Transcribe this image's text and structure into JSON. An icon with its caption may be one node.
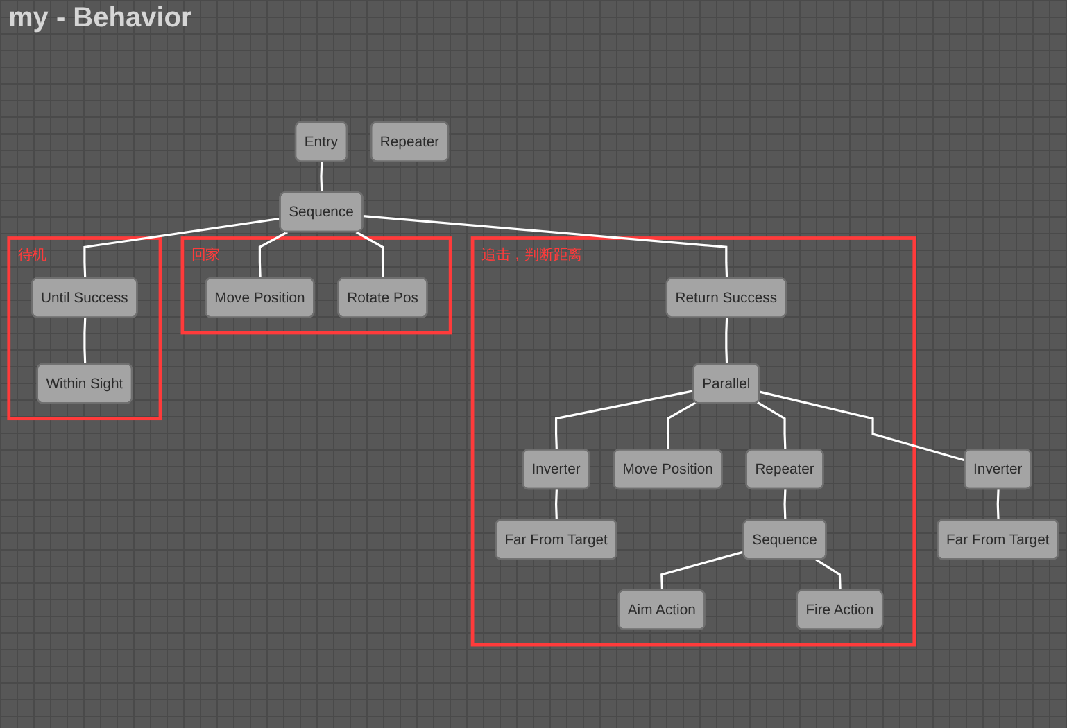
{
  "diagram": {
    "title": "my - Behavior",
    "nodes": [
      {
        "text": [
          "Entry"
        ]
      },
      {
        "text": [
          "Sequence"
        ]
      },
      {
        "text": [
          "Repeater"
        ]
      },
      {
        "text": [
          "待机"
        ]
      },
      {
        "text": [
          "Until Success"
        ],
        "in": 3
      },
      {
        "text": [
          "Within Sight"
        ],
        "in": 3
      },
      {
        "text": [
          "追击，判断距离"
        ]
      },
      {
        "text": [
          "Return Success"
        ],
        "in": 6
      },
      {
        "text": [
          "Parallel"
        ],
        "in": 6
      },
      {
        "text": [
          "Repeater"
        ],
        "in": 6
      },
      {
        "text": [
          "Move Position"
        ],
        "in": 6
      },
      {
        "text": [
          "Inverter"
        ],
        "in": 6
      },
      {
        "text": [
          "Far From Target"
        ],
        "in": 6
      },
      {
        "text": [
          "Sequence"
        ],
        "in": 6
      },
      {
        "text": [
          "Aim Action"
        ],
        "in": 6
      },
      {
        "text": [
          "Fire Action"
        ],
        "in": 6
      },
      {
        "text": [
          "Inverter"
        ]
      },
      {
        "text": [
          "Far From Target"
        ]
      },
      {
        "text": [
          "回家"
        ]
      },
      {
        "text": [
          "Move Position"
        ],
        "in": 18
      },
      {
        "text": [
          "Rotate Pos"
        ],
        "in": 18
      }
    ],
    "edges": [
      {
        "from": 0,
        "to": 1,
        "arrow": "none"
      },
      {
        "from": 1,
        "to": 4,
        "arrow": "none"
      },
      {
        "from": 1,
        "to": 7,
        "arrow": "none"
      },
      {
        "from": 1,
        "to": 19,
        "arrow": "none"
      },
      {
        "from": 1,
        "to": 20,
        "arrow": "none"
      },
      {
        "from": 4,
        "to": 5,
        "arrow": "none"
      },
      {
        "from": 7,
        "to": 8,
        "arrow": "none"
      },
      {
        "from": 8,
        "to": 9,
        "arrow": "none"
      },
      {
        "from": 8,
        "to": 10,
        "arrow": "none"
      },
      {
        "from": 8,
        "to": 11,
        "arrow": "none"
      },
      {
        "from": 8,
        "to": 16,
        "arrow": "none"
      },
      {
        "from": 9,
        "to": 13,
        "arrow": "none"
      },
      {
        "from": 11,
        "to": 12,
        "arrow": "none"
      },
      {
        "from": 16,
        "to": 17,
        "arrow": "none"
      },
      {
        "from": 13,
        "to": 14,
        "arrow": "none"
      },
      {
        "from": 13,
        "to": 15,
        "arrow": "none"
      }
    ]
  }
}
